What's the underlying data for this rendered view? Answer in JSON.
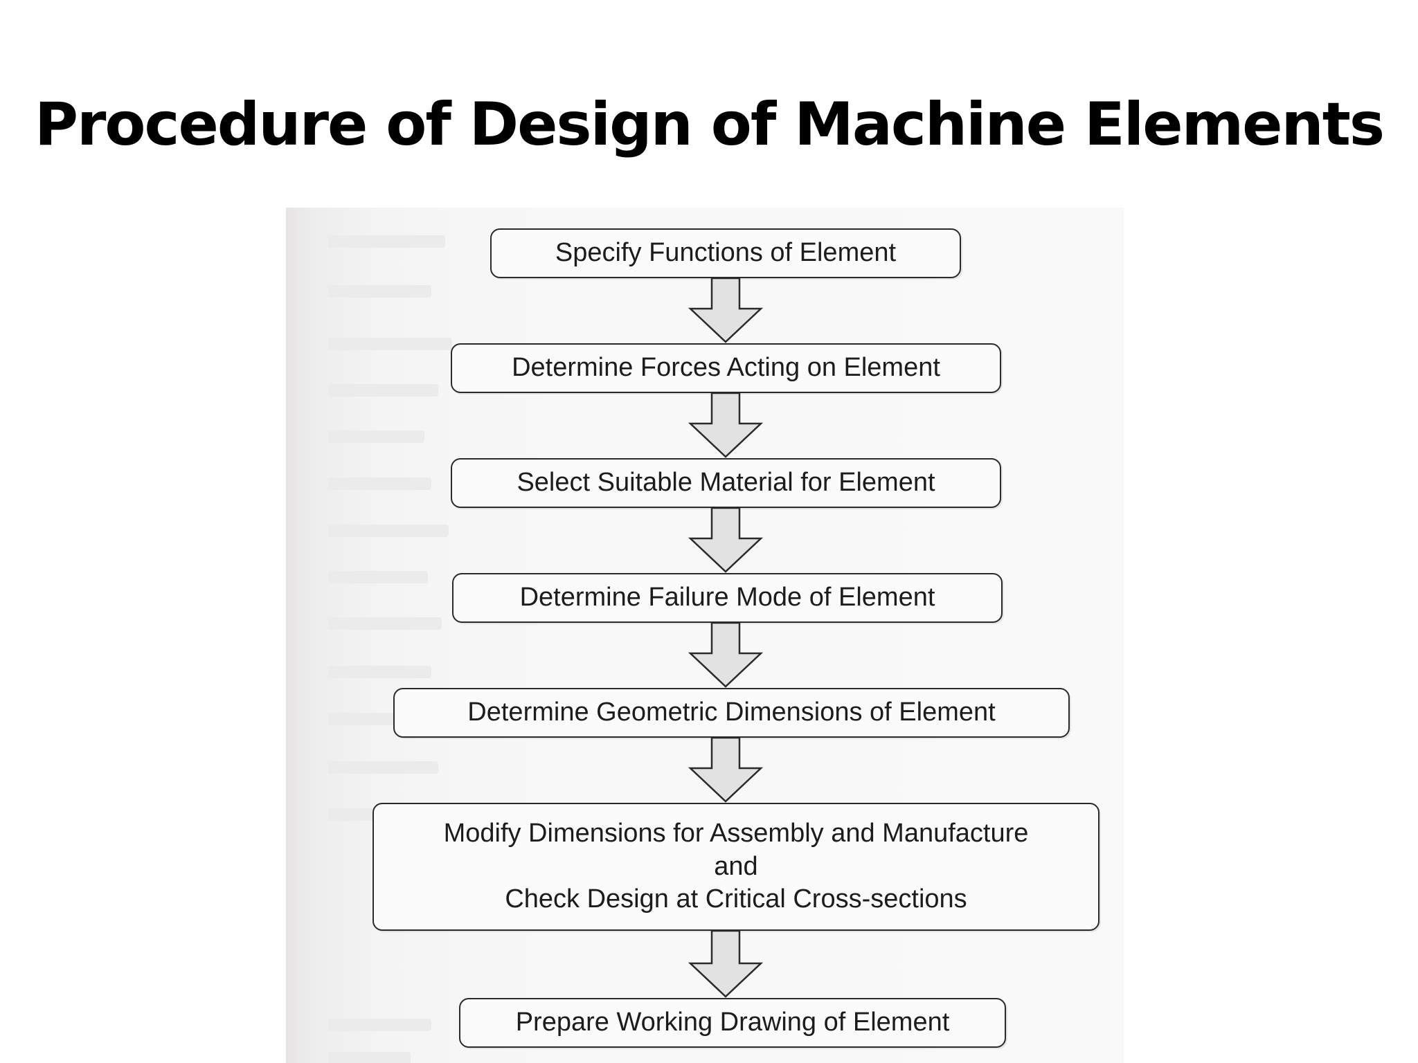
{
  "title": "Procedure of Design of Machine Elements",
  "steps": [
    {
      "lines": [
        "Specify Functions of Element"
      ]
    },
    {
      "lines": [
        "Determine Forces Acting on Element"
      ]
    },
    {
      "lines": [
        "Select Suitable Material for Element"
      ]
    },
    {
      "lines": [
        "Determine Failure Mode of Element"
      ]
    },
    {
      "lines": [
        "Determine Geometric Dimensions of Element"
      ]
    },
    {
      "lines": [
        "Modify Dimensions for Assembly and Manufacture",
        "and",
        "Check Design at Critical Cross-sections"
      ]
    },
    {
      "lines": [
        "Prepare Working Drawing of Element"
      ]
    }
  ],
  "colors": {
    "box_border": "#2a2a2a",
    "arrow_fill": "#e2e2e2",
    "arrow_stroke": "#2a2a2a",
    "page_bg": "#f8f8f8"
  }
}
